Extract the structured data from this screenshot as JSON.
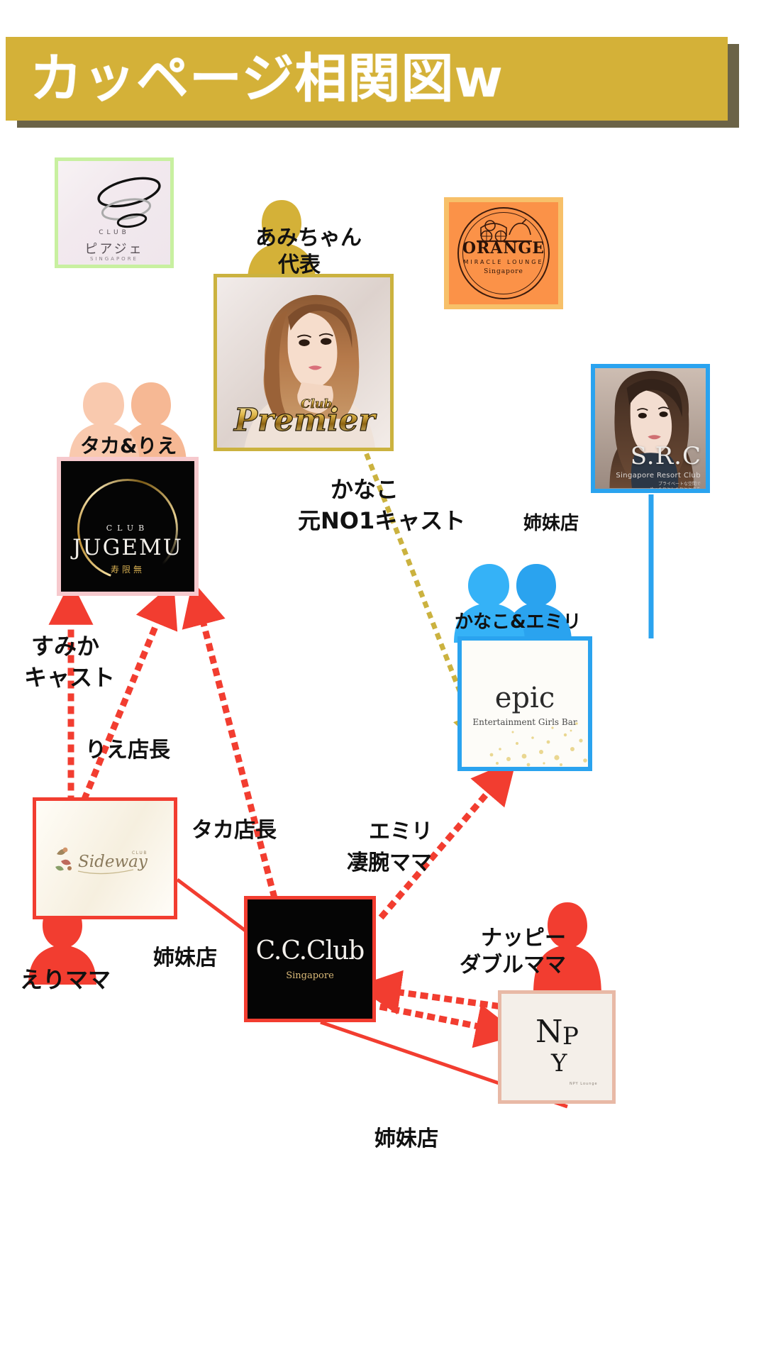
{
  "header": {
    "title": "カッページ相関図w",
    "banner_color": "#d4b138",
    "shadow_color": "#6b6347",
    "title_color": "#ffffff"
  },
  "nodes": [
    {
      "id": "piaget",
      "name": "club-piaget-card",
      "club": "CLUB",
      "label": "ピアジェ",
      "country": "SINGAPORE",
      "border_color": "#c8f0a0"
    },
    {
      "id": "orange",
      "name": "orange-card",
      "label": "ORANGE",
      "sub1": "MIRACLE LOUNGE",
      "sub2": "Singapore",
      "border_color": "#f7c069",
      "bg_color": "#fb9248"
    },
    {
      "id": "premier",
      "name": "club-premier-card",
      "logo_main": "Premier",
      "logo_small": "Club.",
      "border_color": "#cbb23f"
    },
    {
      "id": "jugemu",
      "name": "club-jugemu-card",
      "club": "CLUB",
      "label": "JUGEMU",
      "jp": "寿限無",
      "border_color": "#f6c9cd"
    },
    {
      "id": "src",
      "name": "src-card",
      "label": "S.R.C",
      "sub": "Singapore Resort Club",
      "tiny": "プライベートな空間で\nゆったりとしたひとときを\n過ごしていただけます",
      "border_color": "#2aa3ef"
    },
    {
      "id": "epic",
      "name": "epic-card",
      "label": "epic",
      "sub": "Entertainment Girls Bar",
      "border_color": "#2aa3ef"
    },
    {
      "id": "sideway",
      "name": "club-sideway-card",
      "label": "Sideway",
      "club": "CLUB",
      "border_color": "#f23d30"
    },
    {
      "id": "ccclub",
      "name": "cc-club-card",
      "label": "C.C.Club",
      "sub": "Singapore",
      "border_color": "#f23d30"
    },
    {
      "id": "nappy",
      "name": "nappy-card",
      "letter_n": "N",
      "letter_p": "P",
      "letter_y": "Y",
      "tiny": "NPY  Lounge",
      "border_color": "#e8b9a6"
    }
  ],
  "people": [
    {
      "id": "ami",
      "name": "ami-chan-person",
      "label_line1": "あみちゃん",
      "label_line2": "代表",
      "color": "#d4b138"
    },
    {
      "id": "taka",
      "name": "taka-and-rie-person",
      "label_line1": "タカ&りえ",
      "label_line2": "",
      "color": "#f8c6a8"
    },
    {
      "id": "kanako",
      "name": "kanako-emiri-person",
      "label_line1": "かなこ&エミリ",
      "label_line2": "",
      "color": "#2aa3ef"
    },
    {
      "id": "eri",
      "name": "eri-mama-person",
      "label_line1": "えりママ",
      "label_line2": "",
      "color": "#f23d30"
    },
    {
      "id": "happy",
      "name": "nappy-mama-person",
      "label_line1": "ナッピー",
      "label_line2": "ダブルママ",
      "color": "#f23d30"
    }
  ],
  "connections": [
    {
      "id": "c1",
      "name": "edge-kanako",
      "line1": "かなこ",
      "line2": "元NO1キャスト",
      "color": "#cbb23f",
      "style": "dotted"
    },
    {
      "id": "c2",
      "name": "edge-src-epic",
      "line1": "姉妹店",
      "line2": "",
      "color": "#2aa3ef",
      "style": "solid"
    },
    {
      "id": "c3",
      "name": "edge-sumika",
      "line1": "すみか",
      "line2": "キャスト",
      "color": "#f23d30",
      "style": "dotted"
    },
    {
      "id": "c4",
      "name": "edge-rie-tencho",
      "line1": "りえ店長",
      "line2": "",
      "color": "#f23d30",
      "style": "dotted"
    },
    {
      "id": "c5",
      "name": "edge-taka-tencho",
      "line1": "タカ店長",
      "line2": "",
      "color": "#f23d30",
      "style": "dotted"
    },
    {
      "id": "c6",
      "name": "edge-emiri",
      "line1": "エミリ",
      "line2": "凄腕ママ",
      "color": "#f23d30",
      "style": "dotted"
    },
    {
      "id": "c7",
      "name": "edge-sideway-cc",
      "line1": "姉妹店",
      "line2": "",
      "color": "#f23d30",
      "style": "solid"
    },
    {
      "id": "c8",
      "name": "edge-cc-nappy",
      "line1": "姉妹店",
      "line2": "",
      "color": "#f23d30",
      "style": "solid"
    }
  ]
}
